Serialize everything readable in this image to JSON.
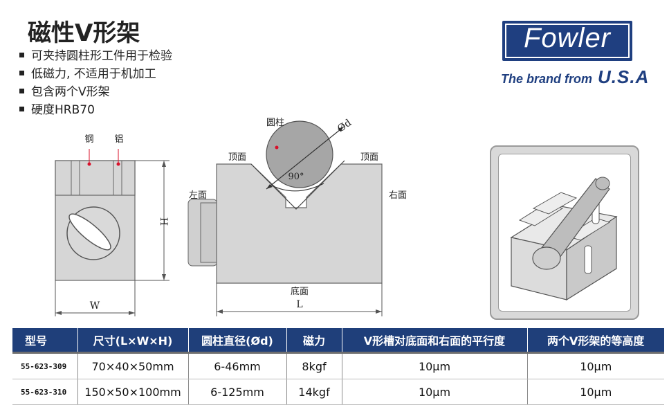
{
  "title": "磁性V形架",
  "features": [
    "可夹持圆柱形工件用于检验",
    "低磁力, 不适用于机加工",
    "包含两个V形架",
    "硬度HRB70"
  ],
  "brand": {
    "logo": "Fowler",
    "tagline_prefix": "The brand from",
    "tagline_country": "U.S.A",
    "color": "#1f3f80"
  },
  "diagram": {
    "steel": "钢",
    "aluminum": "铝",
    "top_left": "顶面",
    "top_right": "顶面",
    "left_face": "左面",
    "right_face": "右面",
    "bottom": "底面",
    "cylinder": "圆柱",
    "diameter": "Ød",
    "angle": "90°",
    "dim_w": "W",
    "dim_h": "H",
    "dim_l": "L"
  },
  "table": {
    "headers": [
      "型号",
      "尺寸(L×W×H)",
      "圆柱直径(Ød)",
      "磁力",
      "V形槽对底面和右面的平行度",
      "两个V形架的等高度"
    ],
    "rows": [
      [
        "55-623-309",
        "70×40×50mm",
        "6-46mm",
        "8kgf",
        "10μm",
        "10μm"
      ],
      [
        "55-623-310",
        "150×50×100mm",
        "6-125mm",
        "14kgf",
        "10μm",
        "10μm"
      ]
    ]
  }
}
